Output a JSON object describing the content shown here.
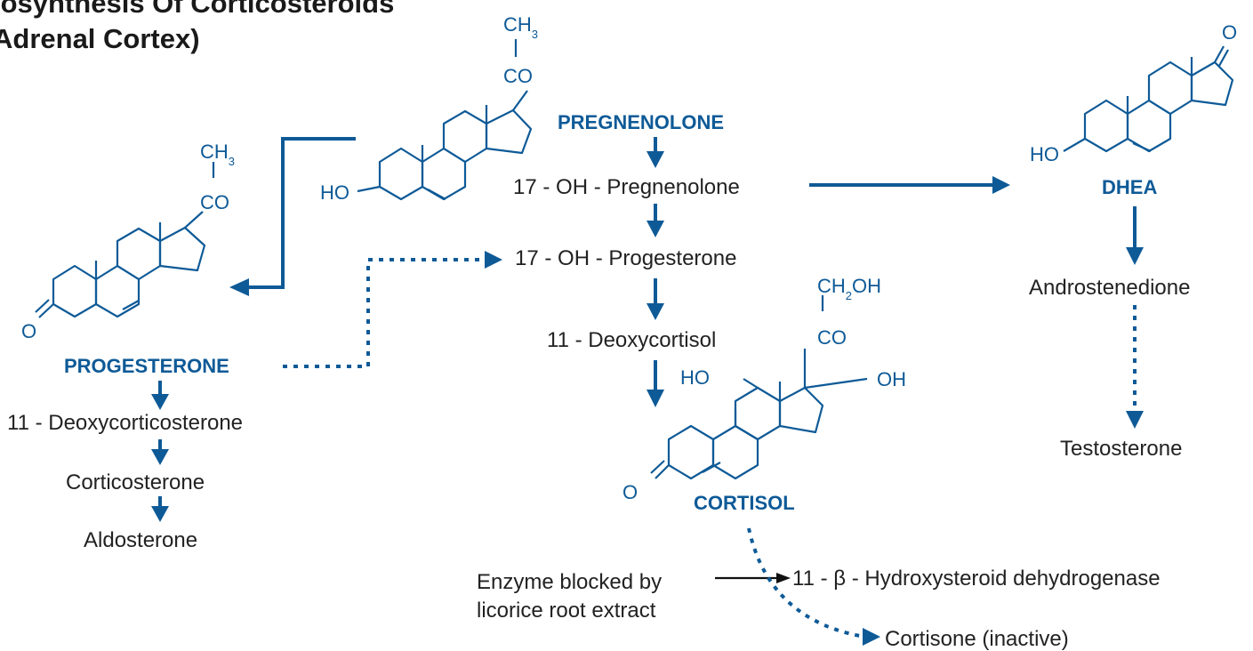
{
  "title": {
    "line1": "iosynthesis Of Corticosteroids",
    "line2": "Adrenal Cortex)"
  },
  "colors": {
    "accent": "#0e5a97",
    "text": "#222222"
  },
  "pregnenolone": {
    "name": "PREGNENOLONE",
    "ch": "CH",
    "ch_sub": "3",
    "co": "CO",
    "ho": "HO"
  },
  "progesterone": {
    "name": "PROGESTERONE",
    "ch": "CH",
    "ch_sub": "3",
    "co": "CO",
    "o": "O"
  },
  "cortisol": {
    "name": "CORTISOL",
    "ch": "CH",
    "ch_sub": "2",
    "ch_tail": "OH",
    "co": "CO",
    "ho": "HO",
    "oh": "OH",
    "o": "O"
  },
  "dhea": {
    "name": "DHEA",
    "o": "O",
    "ho": "HO"
  },
  "intermediates": {
    "oh_pregnenolone": "17 - OH - Pregnenolone",
    "oh_progesterone": "17 - OH - Progesterone",
    "deoxycortisol": "11 - Deoxycortisol",
    "deoxycorticosterone": "11 - Deoxycorticosterone",
    "corticosterone": "Corticosterone",
    "aldosterone": "Aldosterone",
    "androstenedione": "Androstenedione",
    "testosterone": "Testosterone"
  },
  "enzyme_note": {
    "line1": "Enzyme blocked by",
    "line2": "licorice root extract",
    "enzyme": "11 - β - Hydroxysteroid dehydrogenase",
    "product": "Cortisone (inactive)"
  }
}
